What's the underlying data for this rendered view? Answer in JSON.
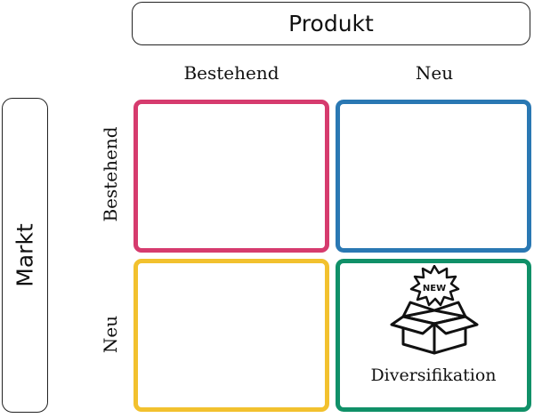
{
  "axes": {
    "top_title": "Produkt",
    "side_title": "Markt"
  },
  "columns": [
    "Bestehend",
    "Neu"
  ],
  "rows": [
    "Bestehend",
    "Neu"
  ],
  "cells": [
    {
      "label": "",
      "color": "#d63b6e"
    },
    {
      "label": "",
      "color": "#2a78b3"
    },
    {
      "label": "",
      "color": "#f2c12e"
    },
    {
      "label": "Diversifikation",
      "color": "#109068",
      "icon": "new-product-box-icon",
      "badge": "NEW"
    }
  ]
}
